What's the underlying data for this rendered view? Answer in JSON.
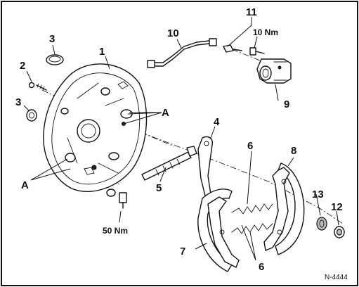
{
  "callouts": {
    "backplate": "1",
    "bleed_screw": "2",
    "plug_top": "3",
    "plug_left": "3",
    "adjuster_lever": "4",
    "adjuster_strut": "5",
    "spring_upper": "6",
    "spring_lower": "6",
    "shoe_front": "7",
    "shoe_rear": "8",
    "wheel_cylinder": "9",
    "brake_line": "10",
    "hose_fitting": "11",
    "washer": "12",
    "clip": "13",
    "mounting_points_right": "A",
    "mounting_points_left": "A"
  },
  "torques": {
    "wheel_cylinder_bolt": "10 Nm",
    "backplate_bolt": "50 Nm"
  },
  "figure_code": "N-4444"
}
